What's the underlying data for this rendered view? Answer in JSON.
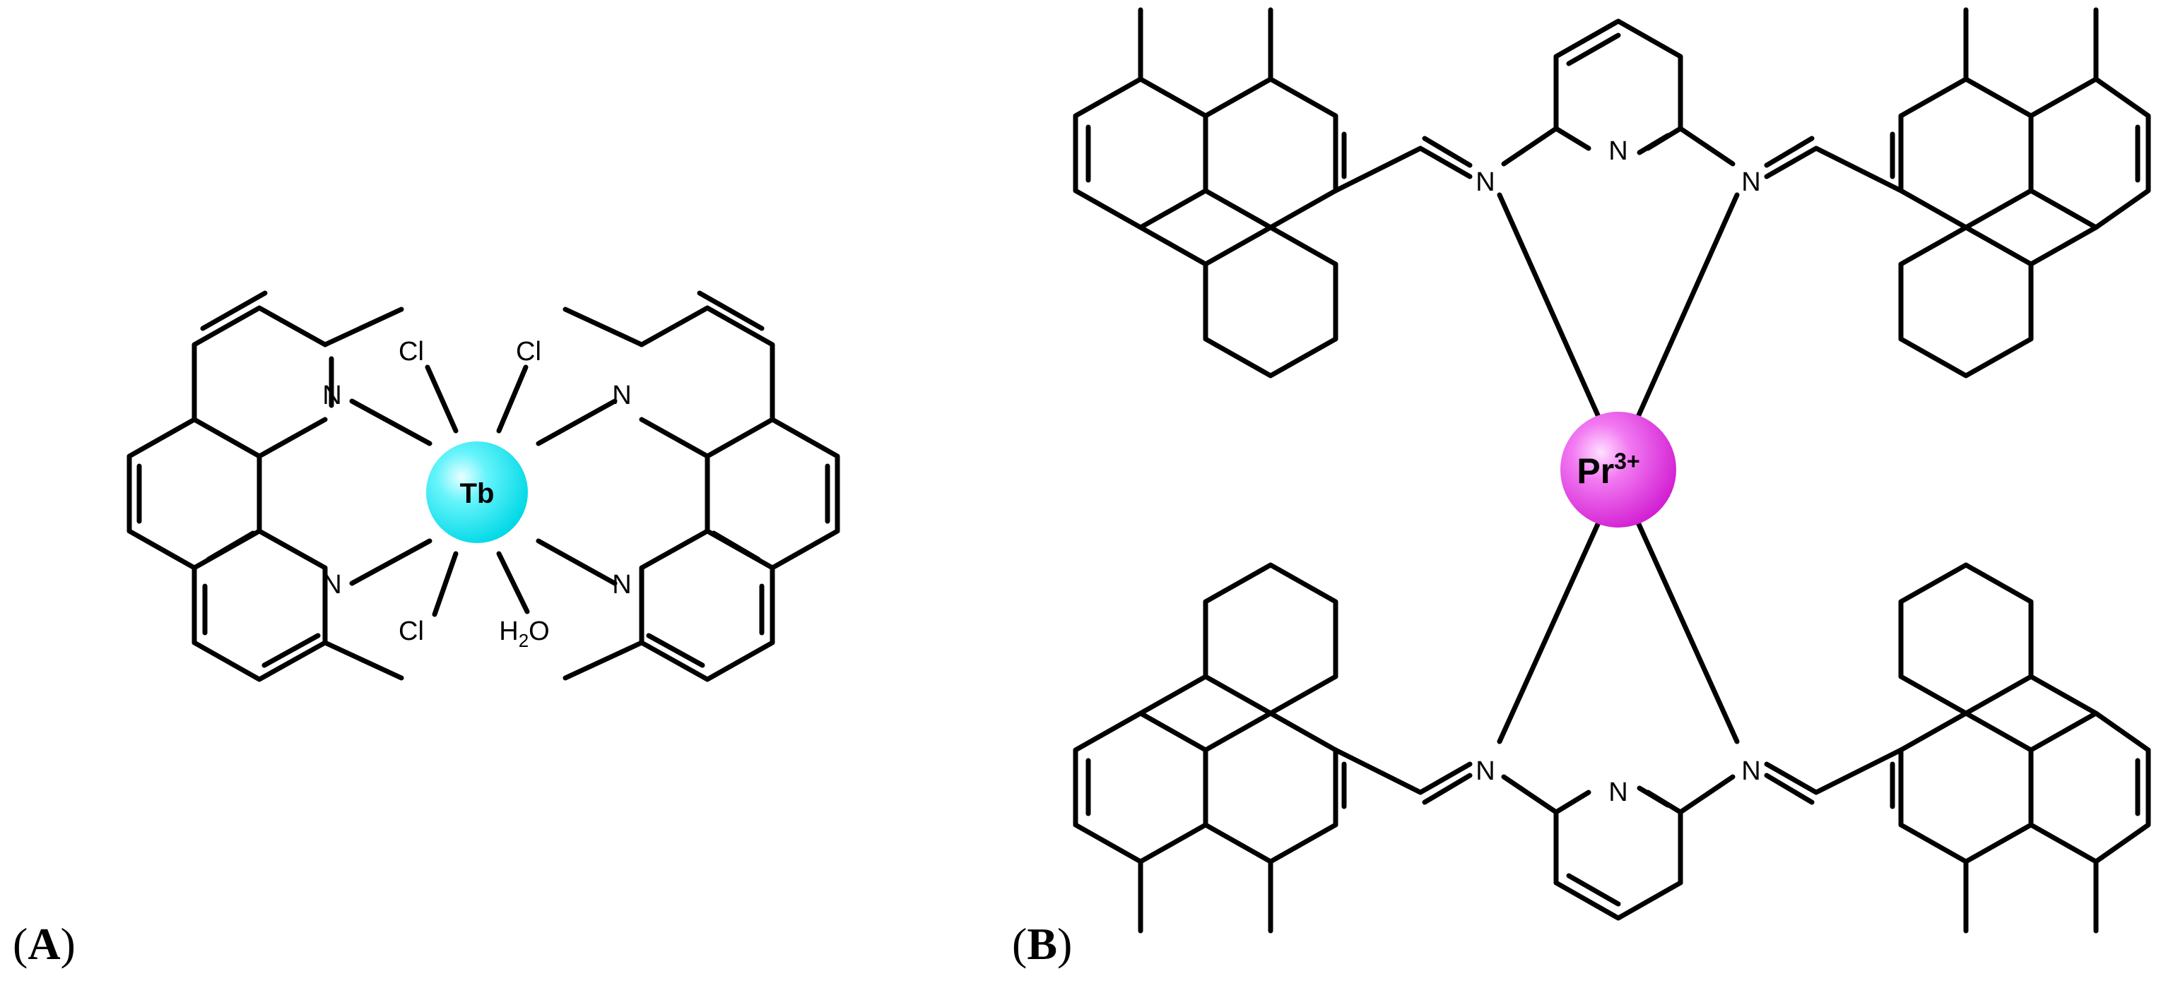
{
  "panels": [
    {
      "id": "A",
      "label_open": "(",
      "label_letter": "A",
      "label_close": ")",
      "metal": "Tb",
      "metal_color": "#00e5ee",
      "ligand_atoms": {
        "n1": "N",
        "n2": "N",
        "n3": "N",
        "n4": "N"
      },
      "coordinated": {
        "cl1": "Cl",
        "cl2": "Cl",
        "cl3": "Cl",
        "water_h": "H",
        "water_sub": "2",
        "water_o": "O"
      }
    },
    {
      "id": "B",
      "label_open": "(",
      "label_letter": "B",
      "label_close": ")",
      "metal": "Pr",
      "metal_charge": "3+",
      "metal_color": "#e83ee8",
      "imine_atoms": {
        "n1": "N",
        "n2": "N",
        "n3": "N",
        "n4": "N"
      },
      "pyridine_atoms": {
        "top": "N",
        "bottom": "N"
      }
    }
  ]
}
